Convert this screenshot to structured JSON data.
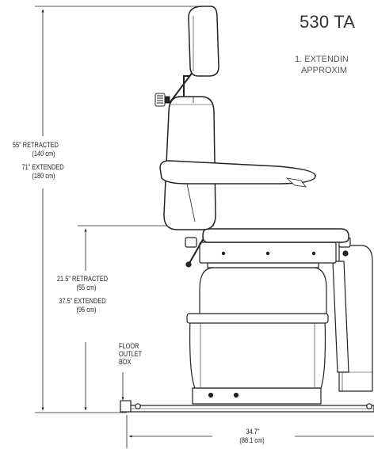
{
  "title": "530 TA",
  "notes": {
    "line1": "1. EXTENDIN",
    "line2": "APPROXIM"
  },
  "overall_height": {
    "retracted": "55\" RETRACTED",
    "retracted_cm": "(140 cm)",
    "extended": "71\" EXTENDED",
    "extended_cm": "(180 cm)"
  },
  "seat_height": {
    "retracted": "21.5\" RETRACTED",
    "retracted_cm": "(55 cm)",
    "extended": "37.5\" EXTENDED",
    "extended_cm": "(95 cm)"
  },
  "floor_box": {
    "line1": "FLOOR",
    "line2": "OUTLET",
    "line3": "BOX"
  },
  "base_length": {
    "inches": "34.7\"",
    "cm": "(88.1 cm)"
  },
  "colors": {
    "line": "#222222",
    "cushion": "#ffffff",
    "dark": "#333333"
  }
}
